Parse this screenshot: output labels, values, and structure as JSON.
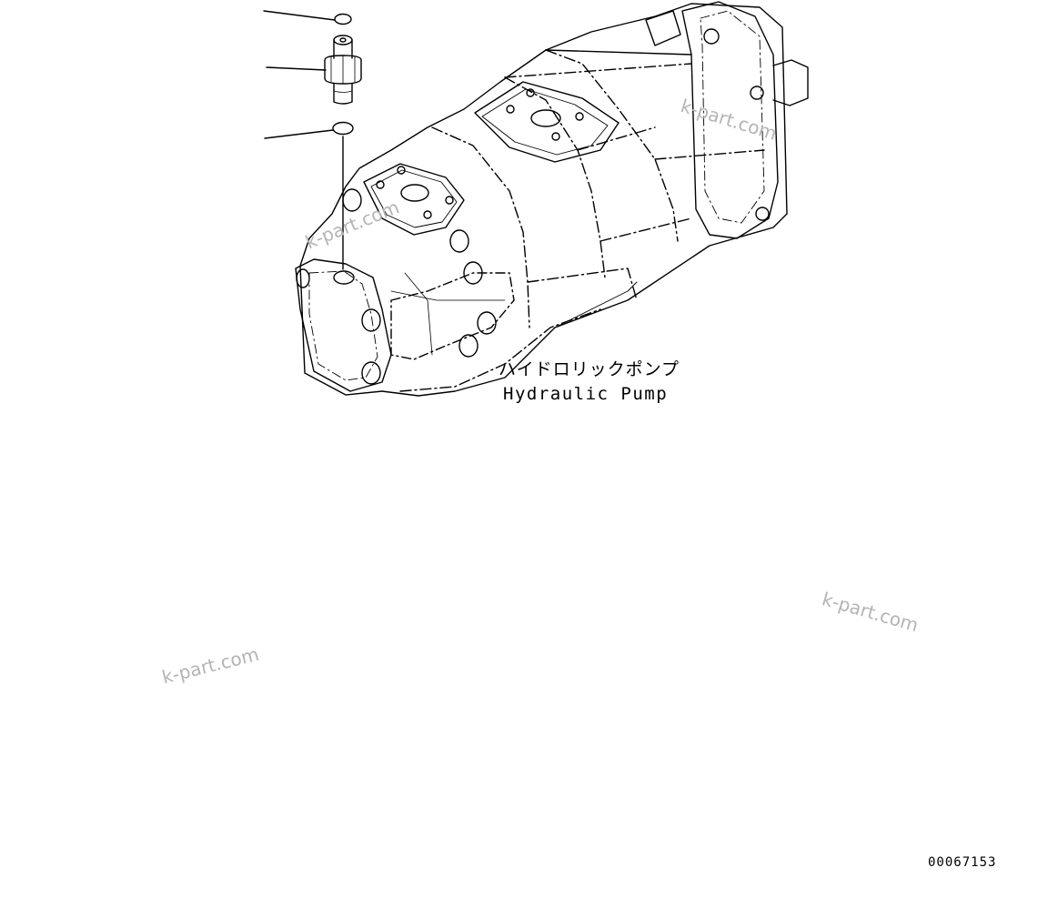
{
  "diagram": {
    "caption_jp": "ハイドロリックポンプ",
    "caption_en": "Hydraulic Pump",
    "drawing_number": "00067153",
    "watermarks": [
      "k-part.com",
      "k-part.com",
      "k-part.com",
      "k-part.com"
    ],
    "line_color": "#000000",
    "watermark_color": "#b4b4b4",
    "background_color": "#ffffff"
  }
}
